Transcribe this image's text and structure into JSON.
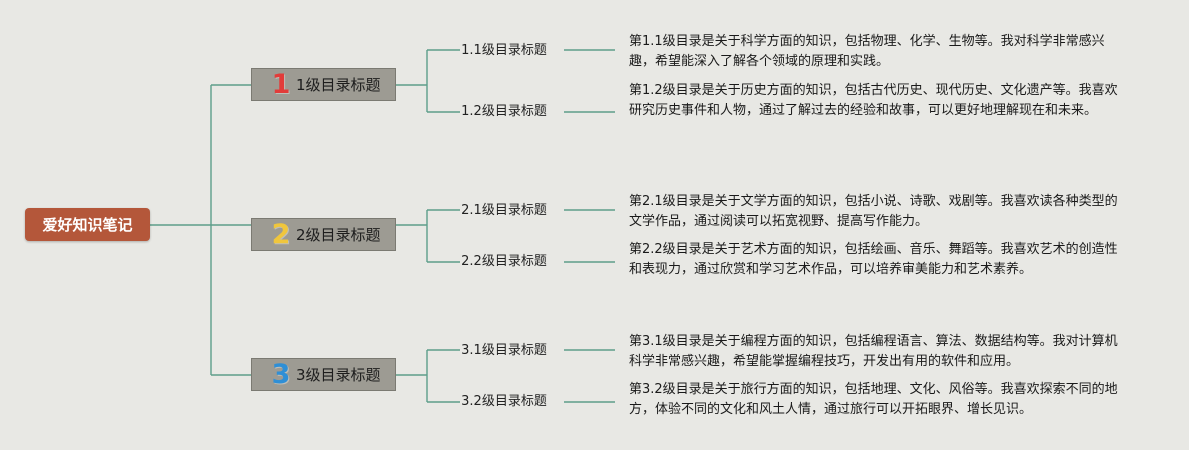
{
  "root": {
    "label": "爱好知识笔记"
  },
  "colors": {
    "root_bg": "#b4573a",
    "branch_bg": "#9d9b93",
    "line": "#5d9e8a"
  },
  "branches": [
    {
      "badge": "1",
      "badge_color": "#e23c3a",
      "label": "1级目录标题",
      "children": [
        {
          "label": "1.1级目录标题",
          "description": "第1.1级目录是关于科学方面的知识，包括物理、化学、生物等。我对科学非常感兴趣，希望能深入了解各个领域的原理和实践。"
        },
        {
          "label": "1.2级目录标题",
          "description": "第1.2级目录是关于历史方面的知识，包括古代历史、现代历史、文化遗产等。我喜欢研究历史事件和人物，通过了解过去的经验和故事，可以更好地理解现在和未来。"
        }
      ]
    },
    {
      "badge": "2",
      "badge_color": "#f0c63c",
      "label": "2级目录标题",
      "children": [
        {
          "label": "2.1级目录标题",
          "description": "第2.1级目录是关于文学方面的知识，包括小说、诗歌、戏剧等。我喜欢读各种类型的文学作品，通过阅读可以拓宽视野、提高写作能力。"
        },
        {
          "label": "2.2级目录标题",
          "description": "第2.2级目录是关于艺术方面的知识，包括绘画、音乐、舞蹈等。我喜欢艺术的创造性和表现力，通过欣赏和学习艺术作品，可以培养审美能力和艺术素养。"
        }
      ]
    },
    {
      "badge": "3",
      "badge_color": "#2f8fd6",
      "label": "3级目录标题",
      "children": [
        {
          "label": "3.1级目录标题",
          "description": "第3.1级目录是关于编程方面的知识，包括编程语言、算法、数据结构等。我对计算机科学非常感兴趣，希望能掌握编程技巧，开发出有用的软件和应用。"
        },
        {
          "label": "3.2级目录标题",
          "description": "第3.2级目录是关于旅行方面的知识，包括地理、文化、风俗等。我喜欢探索不同的地方，体验不同的文化和风土人情，通过旅行可以开拓眼界、增长见识。"
        }
      ]
    }
  ]
}
